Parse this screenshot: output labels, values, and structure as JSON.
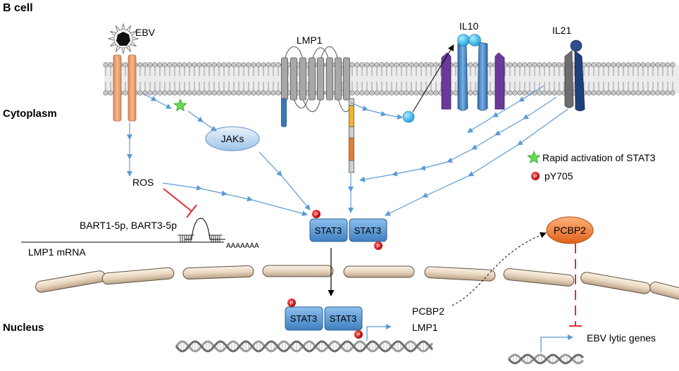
{
  "title": "B cell",
  "regions": {
    "cytoplasm": "Cytoplasm",
    "nucleus": "Nucleus"
  },
  "labels": {
    "ebv": "EBV",
    "lmp1": "LMP1",
    "il10": "IL10",
    "il21": "IL21",
    "jaks": "JAKs",
    "ros": "ROS",
    "bart": "BART1-5p, BART3-5p",
    "lmp1_mrna": "LMP1 mRNA",
    "polya": "AAAAAAA",
    "stat3": "STAT3",
    "phospho": "P",
    "targets_line1": "PCBP2",
    "targets_line2": "LMP1",
    "pcbp2": "PCBP2",
    "ebv_lytic": "EBV lytic genes"
  },
  "legend": {
    "star_label": "Rapid activation of STAT3",
    "phospho_label": "pY705"
  },
  "colors": {
    "signal_arrow": "#5b9bd5",
    "inhibition": "#e03030",
    "stat3_fill": "#5a9bd5",
    "pcbp2_fill": "#f07a2a",
    "membrane": "#b8b8b8",
    "ebv_receptor": "#f4a77a",
    "lmp1_body": "#9c9c9c",
    "il10_receptor": "#4f89c6",
    "il10_side": "#6a3a9a",
    "il21_receptor": "#6d6d6d",
    "il21_side": "#1f3f7a",
    "star": "#66dd55",
    "phospho": "#d62020"
  }
}
